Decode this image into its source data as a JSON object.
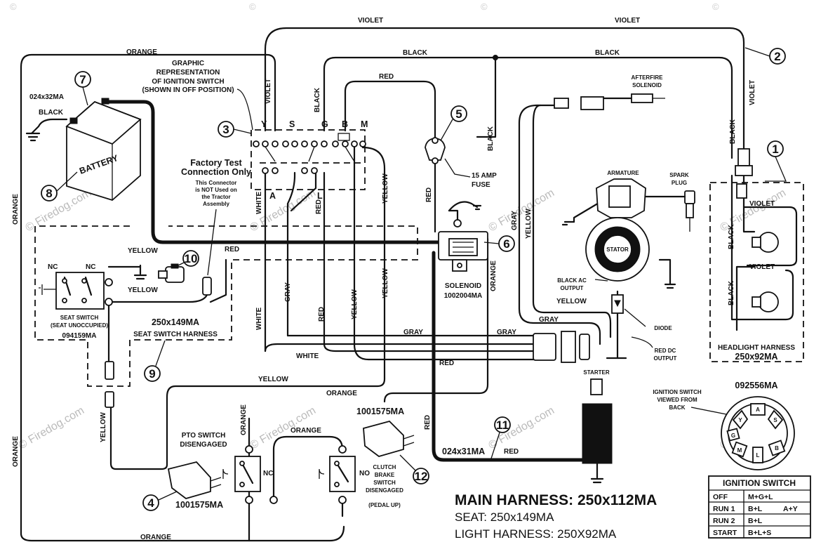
{
  "watermarks": {
    "copyright": "©",
    "firedog": "© Firedog.com",
    "firedog_short": "Firedog.com"
  },
  "wire_labels": {
    "violet": "VIOLET",
    "orange": "ORANGE",
    "black": "BLACK",
    "red": "RED",
    "yellow": "YELLOW",
    "white": "WHITE",
    "gray": "GRAY"
  },
  "callouts": [
    "1",
    "2",
    "3",
    "4",
    "5",
    "6",
    "7",
    "8",
    "9",
    "10",
    "11",
    "12"
  ],
  "ignition": {
    "graphic_line1": "GRAPHIC",
    "graphic_line2": "REPRESENTATION",
    "graphic_line3": "OF IGNITION SWITCH",
    "graphic_line4": "(SHOWN IN OFF POSITION)",
    "terminals_top": [
      "Y",
      "S",
      "G",
      "B",
      "M"
    ],
    "terminals_bottom": [
      "A",
      "L"
    ]
  },
  "factory_test": {
    "title1": "Factory Test",
    "title2": "Connection Only",
    "note1": "This Connector",
    "note2": "is NOT Used on",
    "note3": "the Tractor",
    "note4": "Assembly"
  },
  "battery": {
    "part": "024x32MA",
    "cable": "BLACK",
    "label": "BATTERY"
  },
  "fuse": {
    "line1": "15 AMP",
    "line2": "FUSE"
  },
  "solenoid": {
    "label": "SOLENOID",
    "part": "1002004MA"
  },
  "seat_switch": {
    "nc": "NC",
    "label1": "SEAT SWITCH",
    "label2": "(SEAT UNOCCUPIED)",
    "part": "094159MA",
    "harness_part": "250x149MA",
    "harness_label": "SEAT SWITCH HARNESS"
  },
  "pto_switch": {
    "label1": "PTO SWITCH",
    "label2": "DISENGAGED",
    "nc": "NC",
    "part": "1001575MA"
  },
  "clutch_switch": {
    "part": "1001575MA",
    "no": "NO",
    "label1": "CLUTCH",
    "label2": "BRAKE",
    "label3": "SWITCH",
    "label4": "DISENGAGED",
    "label5": "(PEDAL UP)"
  },
  "engine": {
    "afterfire1": "AFTERFIRE",
    "afterfire2": "SOLENOID",
    "armature": "ARMATURE",
    "spark1": "SPARK",
    "spark2": "PLUG",
    "stator": "STATOR",
    "black_ac1": "BLACK AC",
    "black_ac2": "OUTPUT",
    "diode": "DIODE",
    "red_dc1": "RED DC",
    "red_dc2": "OUTPUT",
    "starter": "STARTER"
  },
  "starter_cable": {
    "part": "024x31MA",
    "color": "RED"
  },
  "headlight": {
    "label": "HEADLIGHT HARNESS",
    "part": "250x92MA"
  },
  "ign_view": {
    "part": "092556MA",
    "line1": "IGNITION SWITCH",
    "line2": "VIEWED FROM",
    "line3": "BACK",
    "terminals": [
      "A",
      "S",
      "Y",
      "G",
      "M",
      "L",
      "B"
    ]
  },
  "ign_table": {
    "title": "IGNITION SWITCH",
    "rows": [
      {
        "pos": "OFF",
        "c1": "M+G+L",
        "c2": ""
      },
      {
        "pos": "RUN 1",
        "c1": "B+L",
        "c2": "A+Y"
      },
      {
        "pos": "RUN 2",
        "c1": "B+L",
        "c2": ""
      },
      {
        "pos": "START",
        "c1": "B+L+S",
        "c2": ""
      }
    ]
  },
  "titles": {
    "main": "MAIN HARNESS: 250x112MA",
    "seat": "SEAT:  250x149MA",
    "light": "LIGHT HARNESS: 250X92MA"
  }
}
